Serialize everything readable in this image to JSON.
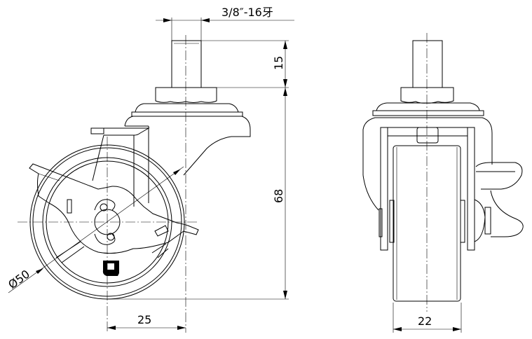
{
  "drawing": {
    "title": "Swivel caster with brake - side and front views",
    "dimensions": {
      "thread": "3/8″-16牙",
      "stem_length": "15",
      "total_height": "68",
      "wheel_diameter": "Ø50",
      "offset": "25",
      "wheel_width": "22"
    },
    "line_color": "#000000",
    "background": "#ffffff"
  }
}
